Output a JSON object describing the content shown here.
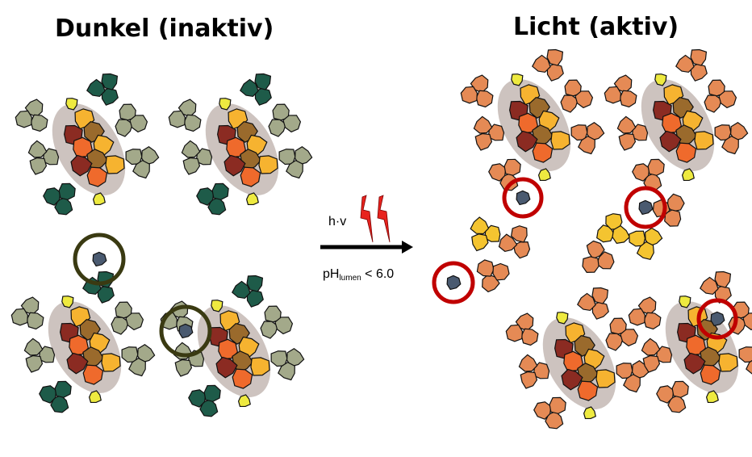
{
  "titles": {
    "dark": "Dunkel (inaktiv)",
    "light": "Licht (aktiv)"
  },
  "transition": {
    "energy_label": "h·v",
    "condition_prefix": "pH",
    "condition_subscript": "lumen",
    "condition_suffix": " < 6.0"
  },
  "colors": {
    "dark_lhc": "#1e5b49",
    "gray_lhc": "#a3a98a",
    "orange_lhc": "#e58a55",
    "yellow_lhc": "#f4c430",
    "core_red": "#8b2b22",
    "core_orange": "#ef6a2c",
    "core_yellow": "#f6b330",
    "core_brown": "#9a6a2c",
    "dark_circle": "#3a3a12",
    "active_circle": "#c00000",
    "protein": "#4a5a70",
    "lightning": "#e8231e"
  }
}
